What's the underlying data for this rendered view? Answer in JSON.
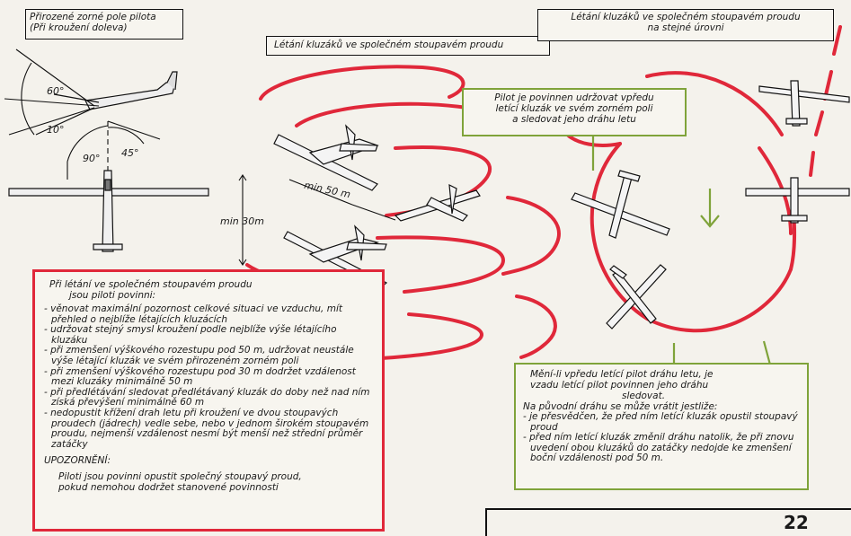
{
  "top_left_box": {
    "line1": "Přirozené zorné pole pilota",
    "line2": "(Při kroužení doleva)"
  },
  "angles": {
    "a60": "60°",
    "a10": "10°",
    "a90": "90°",
    "a45": "45°"
  },
  "middle_title": "Létání kluzáků ve společném stoupavém proudu",
  "top_right_box": {
    "line1": "Létání kluzáků ve společném stoupavém proudu",
    "line2": "na stejné úrovni"
  },
  "dimensions": {
    "min50": "min 50 m",
    "min30": "min 30m"
  },
  "green_top": {
    "line1": "Pilot je povinnen udržovat vpředu",
    "line2": "letící kluzák ve svém zorném poli",
    "line3": "a sledovat jeho dráhu letu"
  },
  "red_box": {
    "heading1": "Při létání ve společném stoupavém proudu",
    "heading2": "jsou piloti povinni:",
    "items": [
      "- věnovat maximální pozornost celkové situaci ve vzduchu, mít přehled o nejblíže létajících kluzácích",
      "- udržovat stejný smysl kroužení podle nejblíže výše létajícího kluzáku",
      "- při zmenšení výškového rozestupu pod 50 m, udržovat neustále výše létající kluzák ve svém přirozeném zorném poli",
      "- při zmenšení výškového rozestupu pod 30 m dodržet vzdálenost mezi kluzáky minimálně 50 m",
      "- při předlétávání sledovat předlétávaný kluzák do doby než nad ním získá převýšení minimálně 60 m",
      "- nedopustit křížení drah letu při kroužení ve dvou stoupavých proudech (jádrech) vedle sebe, nebo v jednom širokém stoupavém proudu, nejmenší vzdálenost nesmí být menší než střední průměr zatáčky"
    ],
    "warning_title": "UPOZORNĚNÍ:",
    "warning_line1": "Piloti jsou povinni opustit společný stoupavý proud,",
    "warning_line2": "pokud nemohou dodržet stanovené povinnosti"
  },
  "green_bottom": {
    "line1": "Mění-li vpředu letící pilot dráhu letu, je",
    "line2": "vzadu letící pilot povinnen jeho dráhu",
    "line3": "sledovat.",
    "line4": "Na původní dráhu se může vrátit jestliže:",
    "item1": "- je přesvědčen, že před ním letící kluzák opustil stoupavý proud",
    "item2": "- před ním letící kluzák změnil dráhu natolik, že při znovu uvedení obou kluzáků do zatáčky nedojde ke zmenšení boční vzdálenosti pod 50 m."
  },
  "page_number": "22",
  "colors": {
    "red": "#e0283a",
    "green": "#7fa33a",
    "ink": "#111111"
  }
}
